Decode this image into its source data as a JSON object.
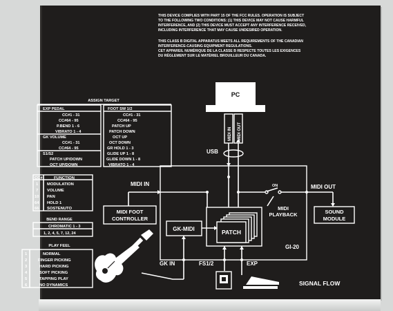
{
  "fcc_notice": [
    "THIS DEVICE COMPLIES WITH PART 15 OF THE FCC RULES. OPERATION IS SUBJECT",
    "TO THE FOLLOWING TWO CONDITIONS: (1) THIS DEVICE MAY NOT CAUSE HARMFUL",
    "INTERFERENCE, AND (2) THIS DEVICE MUST ACCEPT ANY INTERFERENCE RECEIVED,",
    "INCLUDING INTERFERENCE THAT MAY CAUSE UNDESIRED OPERATION."
  ],
  "canada_notice": [
    "THIS CLASS B DIGITAL APPARATUS MEETS ALL REQUIREMENTS OF THE CANADIAN",
    "INTERFERENCE-CAUSING EQUIPMENT REGULATIONS.",
    "CET APPAREIL NUMÉRIQUE DE LA CLASSE B RESPECTE TOUTES LES EXIGENCES",
    "DU RÈGLEMENT SUR LE MATÉRIEL BROUILLEUR DU CANADA."
  ],
  "assign_target": {
    "title": "ASSIGN TARGET",
    "exp_pedal_header": "EXP PEDAL",
    "foot_sw_header": "FOOT SW 1/2",
    "exp_pedal": [
      "CC#1 - 31",
      "CC#64 - 95",
      "P.BEND 1 - 6",
      "VIBRATO 1 - 4"
    ],
    "gk_volume_header": "GK VOLUME",
    "gk_volume": [
      "CC#1 - 31",
      "CC#64 - 95"
    ],
    "s1s2_header": "S1/S2",
    "s1s2": [
      "PATCH UP/DOWN",
      "OCT UP/DOWN"
    ],
    "foot_sw": [
      "CC#1 - 31",
      "CC#64 - 95",
      "PATCH UP",
      "PATCH DOWN",
      "OCT UP",
      "OCT DOWN",
      "GR HOLD 1 - 3",
      "GLIDE UP 1 - 8",
      "GLIDE DOWN 1 - 8",
      "VIBRATO 1 - 4"
    ]
  },
  "cc_table": {
    "col1": "CC#",
    "col2": "FUNCTION",
    "rows": [
      [
        "1",
        "MODULATION"
      ],
      [
        "7",
        "VOLUME"
      ],
      [
        "10",
        "PAN"
      ],
      [
        "64",
        "HOLD 1"
      ],
      [
        "66",
        "SOSTENUTO"
      ]
    ]
  },
  "bend_range": {
    "title": "BEND RANGE",
    "rows": [
      "CHROMATIC 1 - 3",
      "1, 2, 4, 5, 7, 12, 24"
    ]
  },
  "play_feel": {
    "title": "PLAY FEEL",
    "rows": [
      [
        "1",
        "NORMAL"
      ],
      [
        "2",
        "FINGER PICKING"
      ],
      [
        "3",
        "HARD PICKING"
      ],
      [
        "4",
        "SOFT PICKING"
      ],
      [
        "5",
        "TAPPING PLAY"
      ],
      [
        "6",
        "NO DYNAMICS"
      ]
    ]
  },
  "diagram": {
    "pc": "PC",
    "midi_in_vertical": "MIDI IN",
    "midi_out_vertical": "MIDI OUT",
    "usb": "USB",
    "midi_in": "MIDI IN",
    "midi_out": "MIDI OUT",
    "on": "ON",
    "midi_playback_1": "MIDI",
    "midi_playback_2": "PLAYBACK",
    "midi_foot_controller_1": "MIDI FOOT",
    "midi_foot_controller_2": "CONTROLLER",
    "sound_module_1": "SOUND",
    "sound_module_2": "MODULE",
    "gk_midi": "GK-MIDI",
    "patch": "PATCH",
    "gi20": "GI-20",
    "gk_in": "GK IN",
    "fs12": "FS1/2",
    "exp": "EXP",
    "signal_flow": "SIGNAL FLOW"
  },
  "colors": {
    "panel": "#1f1d1c",
    "print": "#ffffff",
    "background": "#d7d9d8"
  }
}
